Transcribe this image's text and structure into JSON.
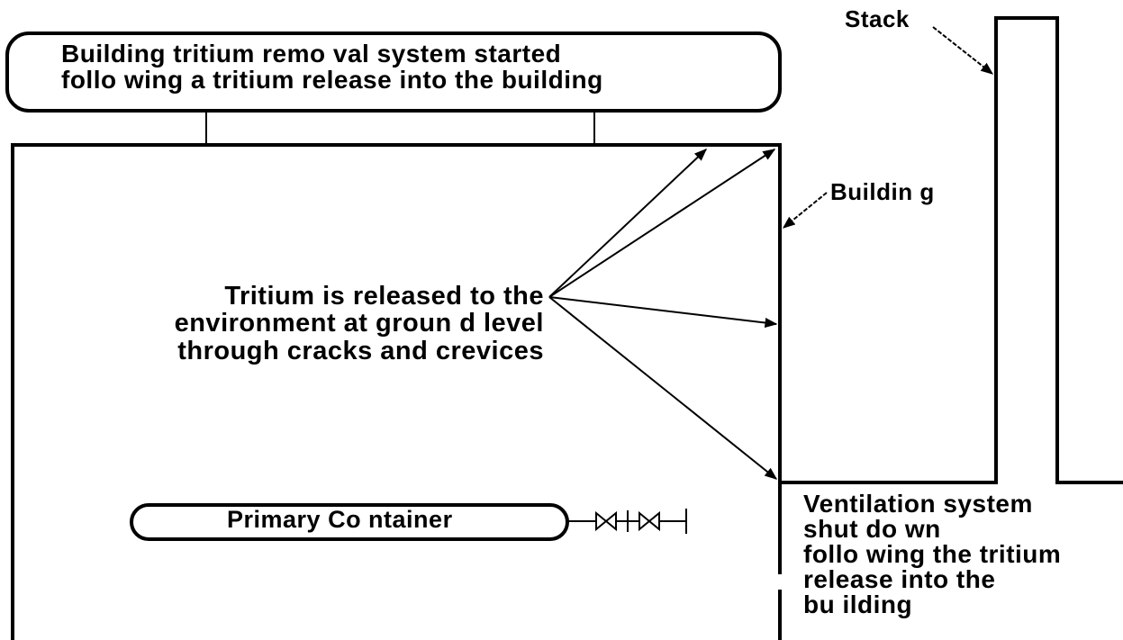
{
  "removal_system_label": "Building tritium remo val system started\nfollo wing a tritium release into the building",
  "stack_label": "Stack",
  "building_label": "Buildin g",
  "release_label": "Tritium is released to the\nenvironment at groun d level\nthrough cracks and crevices",
  "primary_container_label": "Primary Co ntainer",
  "ventilation_label": "Ventilation system\nshut do wn\nfollo wing the tritium\nrelease into the\nbu ilding",
  "colors": {
    "line": "#000000",
    "background": "#ffffff"
  }
}
